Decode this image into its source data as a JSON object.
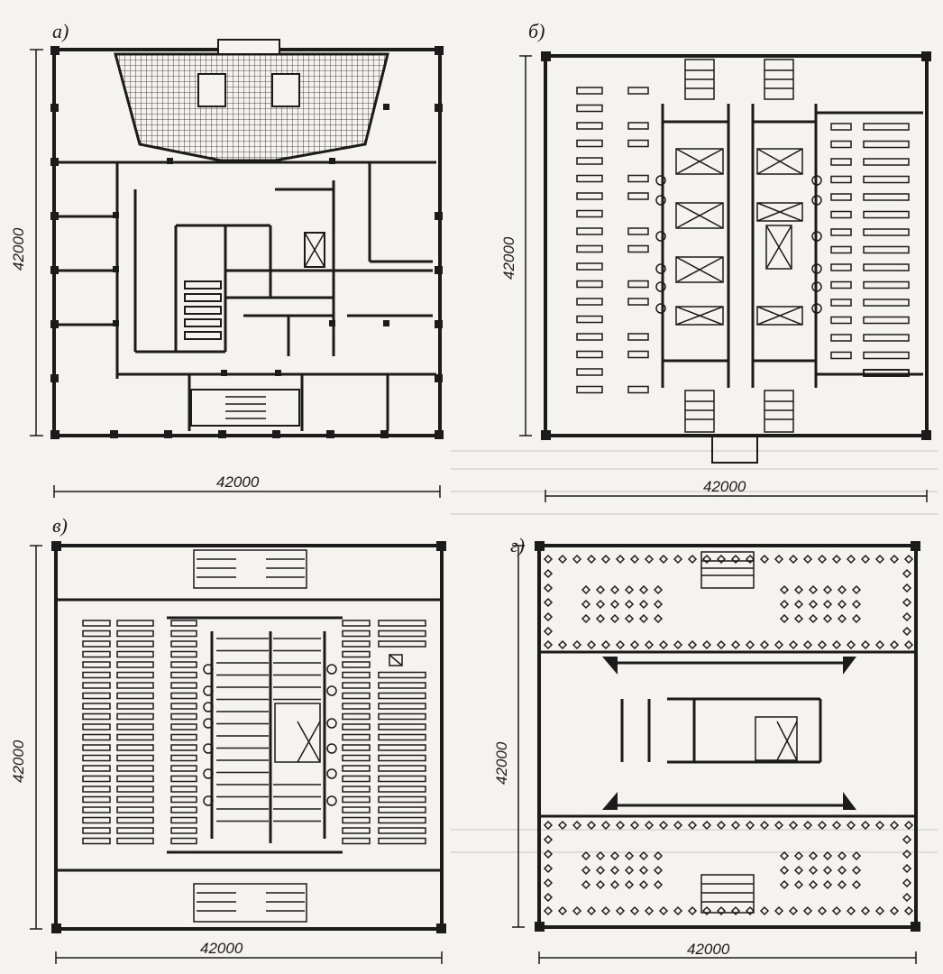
{
  "plans": [
    {
      "id": "a",
      "label": "а)",
      "width_dim": "42000",
      "height_dim": "42000"
    },
    {
      "id": "b",
      "label": "б)",
      "width_dim": "42000",
      "height_dim": "42000"
    },
    {
      "id": "v",
      "label": "в)",
      "width_dim": "42000",
      "height_dim": "42000"
    },
    {
      "id": "g",
      "label": "г)",
      "width_dim": "42000",
      "height_dim": "42000"
    }
  ],
  "colors": {
    "ink": "#1b1b1b",
    "paper": "#f4f3ef",
    "faint": "#c9c6bd"
  }
}
